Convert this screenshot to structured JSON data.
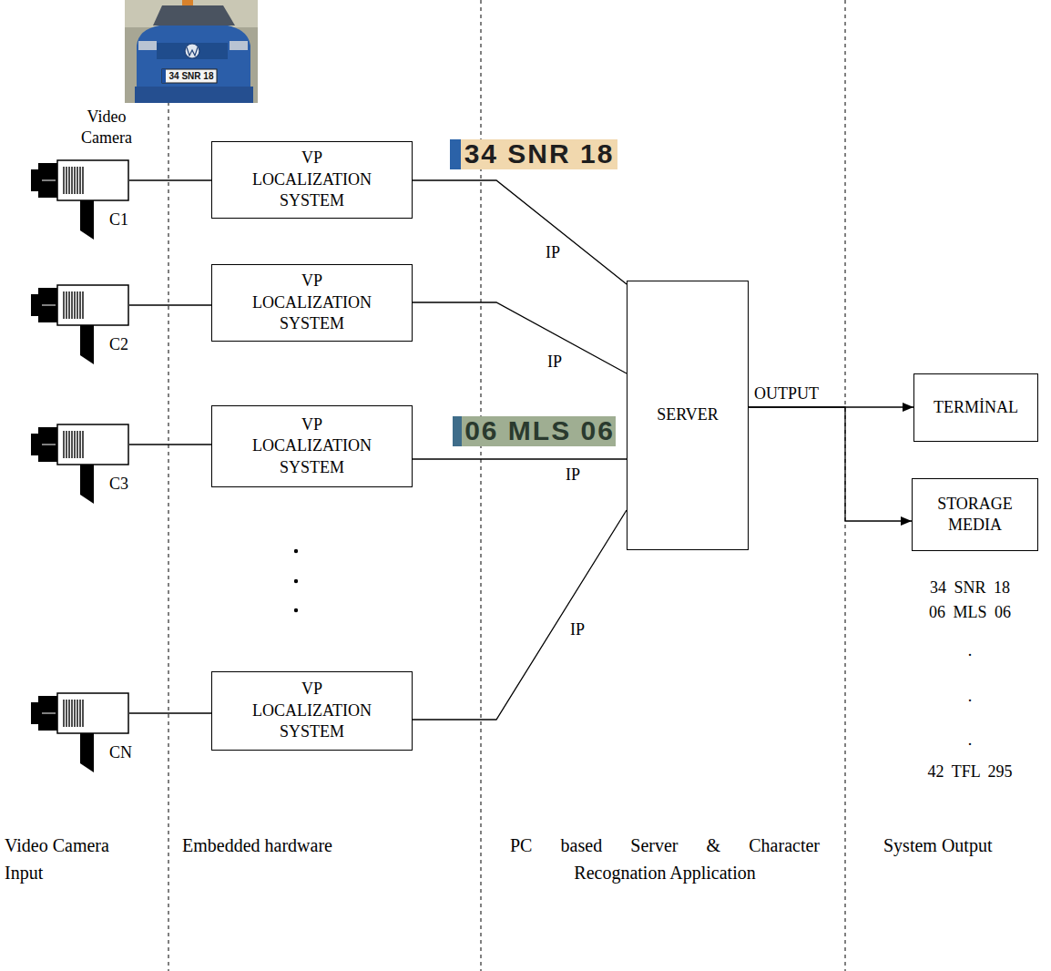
{
  "diagram": {
    "nodes": [
      {
        "text": [
          "C1"
        ]
      },
      {
        "text": [
          "VP LOCALIZATION SYSTEM"
        ]
      },
      {
        "text": [
          "C2"
        ]
      },
      {
        "text": [
          "VP LOCALIZATION SYSTEM"
        ]
      },
      {
        "text": [
          "C3"
        ]
      },
      {
        "text": [
          "VP LOCALIZATION SYSTEM"
        ]
      },
      {
        "text": [
          "CN"
        ]
      },
      {
        "text": [
          "VP LOCALIZATION SYSTEM"
        ]
      },
      {
        "text": [
          "SERVER"
        ]
      },
      {
        "text": [
          "TERMİNAL"
        ]
      },
      {
        "text": [
          "STORAGE MEDIA"
        ]
      }
    ],
    "edges": [
      {
        "from": 0,
        "to": 1,
        "arrow": "none"
      },
      {
        "from": 2,
        "to": 3,
        "arrow": "none"
      },
      {
        "from": 4,
        "to": 5,
        "arrow": "none"
      },
      {
        "from": 6,
        "to": 7,
        "arrow": "none"
      },
      {
        "from": 1,
        "to": 8,
        "label": "IP",
        "arrow": "none"
      },
      {
        "from": 3,
        "to": 8,
        "label": "IP",
        "arrow": "none"
      },
      {
        "from": 5,
        "to": 8,
        "label": "IP",
        "arrow": "none"
      },
      {
        "from": 7,
        "to": 8,
        "label": "IP",
        "arrow": "none"
      },
      {
        "from": 8,
        "to": 9,
        "label": "OUTPUT",
        "arrow": "to"
      },
      {
        "from": 8,
        "to": 10,
        "arrow": "to"
      }
    ],
    "labels": [
      "Video Camera",
      "34 SNR 18",
      "34 SNR 18",
      "06 MLS 06",
      "34 SNR 18",
      "06 MLS 06",
      ".",
      ".",
      ".",
      "42 TFL 295",
      "Video Camera Input",
      "Embedded hardware",
      "PC based Server & Character Recognation Application",
      "System Output"
    ]
  }
}
